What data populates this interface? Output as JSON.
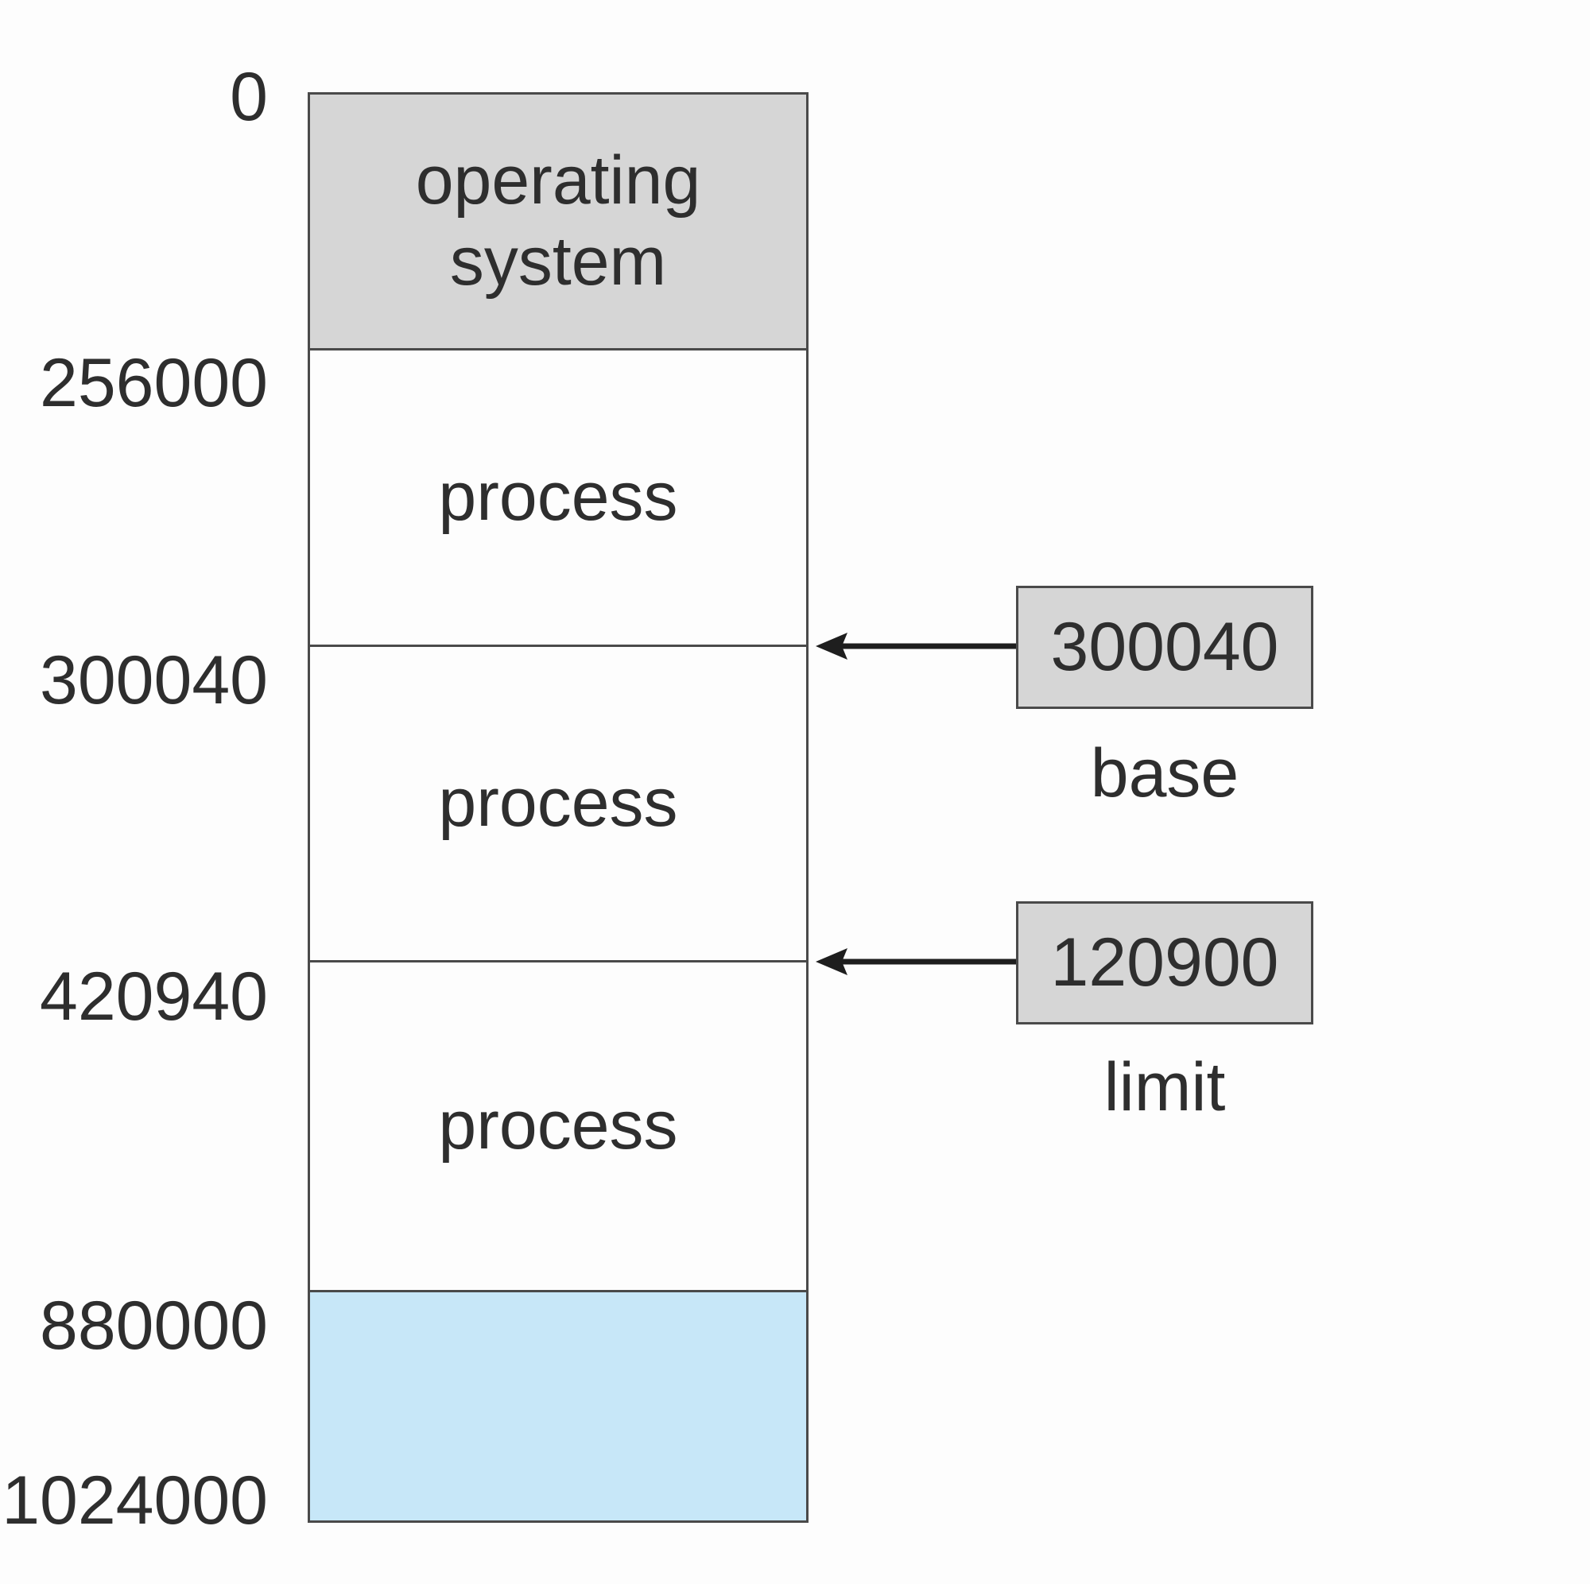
{
  "addresses": [
    "0",
    "256000",
    "300040",
    "420940",
    "880000",
    "1024000"
  ],
  "segments": {
    "os_line1": "operating",
    "os_line2": "system",
    "process1": "process",
    "process2": "process",
    "process3": "process",
    "free": ""
  },
  "registers": {
    "base": {
      "value": "300040",
      "label": "base"
    },
    "limit": {
      "value": "120900",
      "label": "limit"
    }
  },
  "colors": {
    "os_fill": "#d6d6d6",
    "free_fill": "#c7e7f8",
    "register_fill": "#d6d6d6",
    "stroke": "#4a4a4a"
  }
}
